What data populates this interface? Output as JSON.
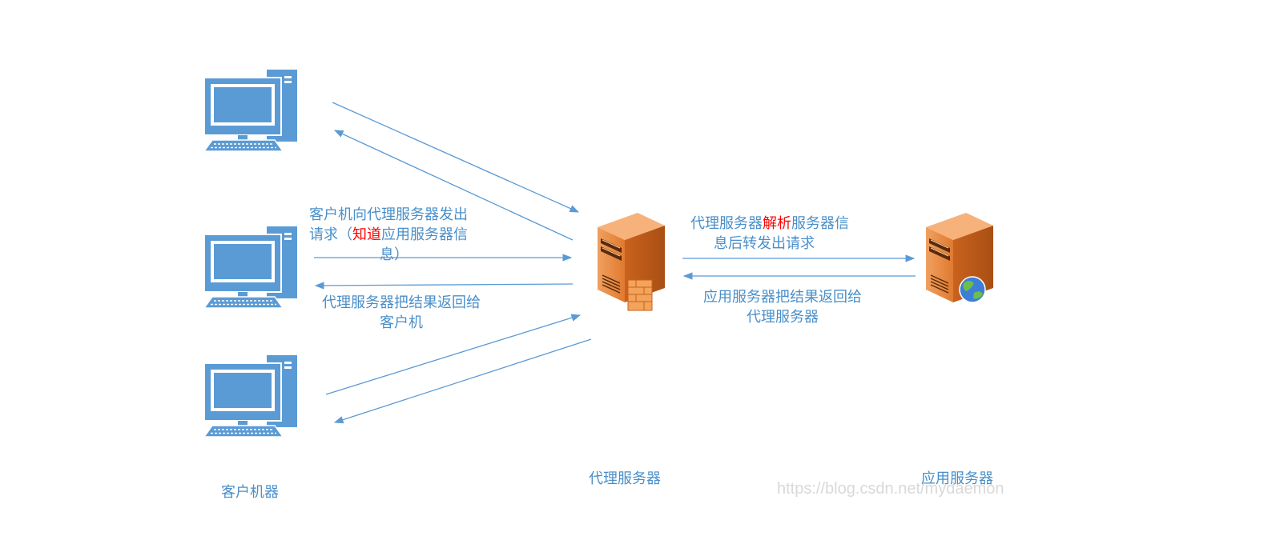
{
  "colors": {
    "arrow": "#5b9bd5",
    "label_text": "#4a8fc9",
    "highlight": "#ff0000",
    "computer_blue": "#5b9bd5",
    "server_orange": "#e07a2f",
    "watermark": "#d9d9d9"
  },
  "nodes": {
    "clients_label": "客户机器",
    "proxy_label": "代理服务器",
    "app_label": "应用服务器"
  },
  "labels": {
    "request_line1": "客户机向代理服务器发出",
    "request_line2_prefix": "请求（",
    "request_line2_highlight": "知道",
    "request_line2_suffix": "应用服务器信",
    "request_line3": "息）",
    "response_line1": "代理服务器把结果返回给",
    "response_line2": "客户机",
    "forward_line1_prefix": "代理服务器",
    "forward_line1_highlight": "解析",
    "forward_line1_suffix": "服务器信",
    "forward_line2": "息后转发出请求",
    "return_line1": "应用服务器把结果返回给",
    "return_line2": "代理服务器"
  },
  "watermark": "https://blog.csdn.net/mydaemon",
  "icons": {
    "client": "desktop-computer-icon",
    "proxy": "firewall-server-icon",
    "app": "web-server-icon"
  }
}
